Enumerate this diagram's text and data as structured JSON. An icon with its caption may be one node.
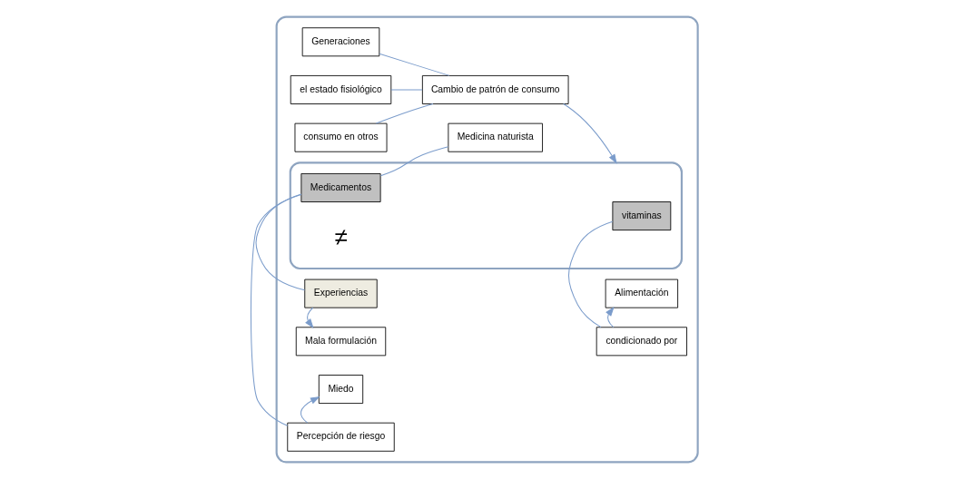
{
  "diagram": {
    "nodes": [
      {
        "text": [],
        "shape": "box"
      },
      {
        "text": [
          "Generaciones"
        ],
        "in": 0
      },
      {
        "text": [
          "el estado fisiológico"
        ],
        "in": 0
      },
      {
        "text": [
          "consumo en otros"
        ],
        "in": 0
      },
      {
        "text": [
          "Cambio de patrón de consumo"
        ],
        "in": 0
      },
      {
        "text": [],
        "shape": "box",
        "in": 0
      },
      {
        "text": [
          "vitaminas"
        ],
        "in": 5
      },
      {
        "text": [
          "Medicamentos"
        ],
        "in": 5
      },
      {
        "text": [
          "Mala formulación"
        ],
        "in": 0
      },
      {
        "text": [
          "Experiencias"
        ],
        "in": 0
      },
      {
        "text": [
          "Medicina naturista"
        ],
        "in": 0
      },
      {
        "text": [
          "condicionado por"
        ],
        "in": 0
      },
      {
        "text": [
          "Percepción de riesgo"
        ],
        "in": 0
      },
      {
        "text": [
          "Alimentación"
        ],
        "in": 0
      },
      {
        "text": [
          "Miedo"
        ],
        "in": 0
      }
    ],
    "edges": [
      {
        "from": 1,
        "to": 4,
        "arrow": "none"
      },
      {
        "from": 2,
        "to": 4,
        "arrow": "none"
      },
      {
        "from": 3,
        "to": 4,
        "arrow": "none"
      },
      {
        "from": 4,
        "to": 5,
        "arrow": "to"
      },
      {
        "from": 6,
        "to": 11,
        "arrow": "none"
      },
      {
        "from": 11,
        "to": 13,
        "arrow": "to"
      },
      {
        "from": 7,
        "to": 9,
        "arrow": "none"
      },
      {
        "from": 9,
        "to": 8,
        "arrow": "to"
      },
      {
        "from": 7,
        "to": 12,
        "arrow": "none"
      },
      {
        "from": 12,
        "to": 14,
        "arrow": "to"
      },
      {
        "from": 7,
        "to": 10,
        "arrow": "none"
      }
    ],
    "labels": [
      "≠"
    ]
  }
}
